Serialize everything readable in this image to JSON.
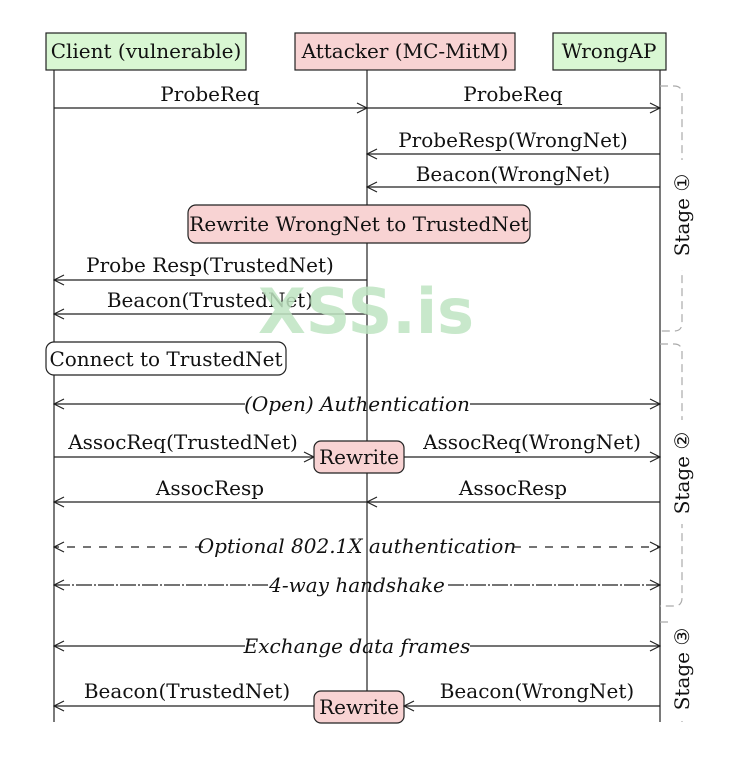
{
  "actors": {
    "client": "Client (vulnerable)",
    "attacker": "Attacker (MC-MitM)",
    "ap": "WrongAP"
  },
  "colors": {
    "client_fill": "#d9f7d3",
    "attacker_fill": "#f8d3d3",
    "ap_fill": "#d9f7d3",
    "stroke": "#222222",
    "stage_bracket": "#aaaaaa"
  },
  "messages": {
    "probereq_left": "ProbeReq",
    "probereq_right": "ProbeReq",
    "proberesp_wrongnet": "ProbeResp(WrongNet)",
    "beacon_wrongnet_1": "Beacon(WrongNet)",
    "rewrite_box": "Rewrite WrongNet to TrustedNet",
    "proberesp_trustednet": "Probe Resp(TrustedNet)",
    "beacon_trustednet_1": "Beacon(TrustedNet)",
    "connect_box": "Connect to TrustedNet",
    "open_auth": "(Open) Authentication",
    "assocreq_trustednet": "AssocReq(TrustedNet)",
    "rewrite_small_1": "Rewrite",
    "assocreq_wrongnet": "AssocReq(WrongNet)",
    "assocresp_left": "AssocResp",
    "assocresp_right": "AssocResp",
    "optional_8021x": "Optional 802.1X authentication",
    "handshake": "4-way handshake",
    "exchange_data": "Exchange data frames",
    "beacon_trustednet_2": "Beacon(TrustedNet)",
    "rewrite_small_2": "Rewrite",
    "beacon_wrongnet_2": "Beacon(WrongNet)"
  },
  "stages": {
    "stage1": "Stage ①",
    "stage2": "Stage ②",
    "stage3": "Stage ③"
  },
  "watermark": "XSS.is"
}
